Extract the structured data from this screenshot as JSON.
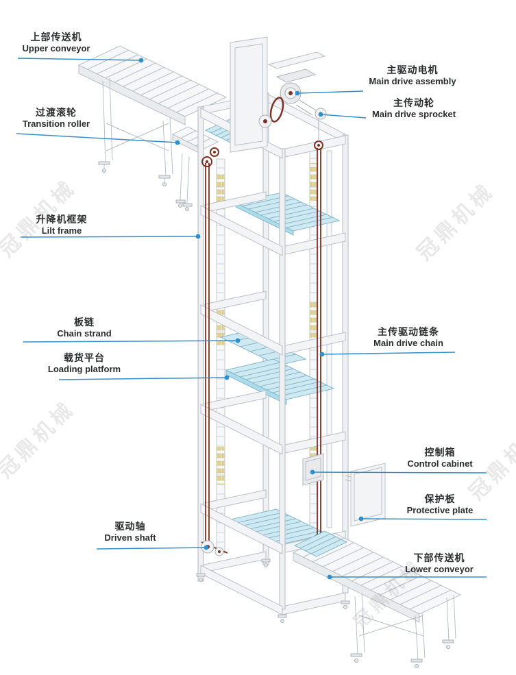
{
  "diagram": {
    "watermark": "冠鼎机械",
    "colors": {
      "leader-color": "#2e8fce",
      "chain-color": "#7c3122",
      "platform-fill": "#cfe9f2",
      "platform-stroke": "#86b7ca",
      "tensioner-fill": "#e2d29b",
      "label-color": "#2a2c2e",
      "watermark-color": "rgba(90,90,90,0.14)"
    },
    "labels": [
      {
        "id": "upper-conveyor",
        "zh": "上部传送机",
        "en": "Upper conveyor"
      },
      {
        "id": "transition-roller",
        "zh": "过渡滚轮",
        "en": "Transition roller"
      },
      {
        "id": "main-drive-assembly",
        "zh": "主驱动电机",
        "en": "Main drive assembly"
      },
      {
        "id": "main-drive-sprocket",
        "zh": "主传动轮",
        "en": "Main drive sprocket"
      },
      {
        "id": "lift-frame",
        "zh": "升降机框架",
        "en": "Lilt frame"
      },
      {
        "id": "chain-strand",
        "zh": "板链",
        "en": "Chain strand"
      },
      {
        "id": "loading-platform",
        "zh": "载货平台",
        "en": "Loading platform"
      },
      {
        "id": "main-drive-chain",
        "zh": "主传驱动链条",
        "en": "Main drive chain"
      },
      {
        "id": "control-cabinet",
        "zh": "控制箱",
        "en": "Control cabinet"
      },
      {
        "id": "protective-plate",
        "zh": "保护板",
        "en": "Protective plate"
      },
      {
        "id": "driven-shaft",
        "zh": "驱动轴",
        "en": "Driven shaft"
      },
      {
        "id": "lower-conveyor",
        "zh": "下部传送机",
        "en": "Lower conveyor"
      }
    ]
  }
}
